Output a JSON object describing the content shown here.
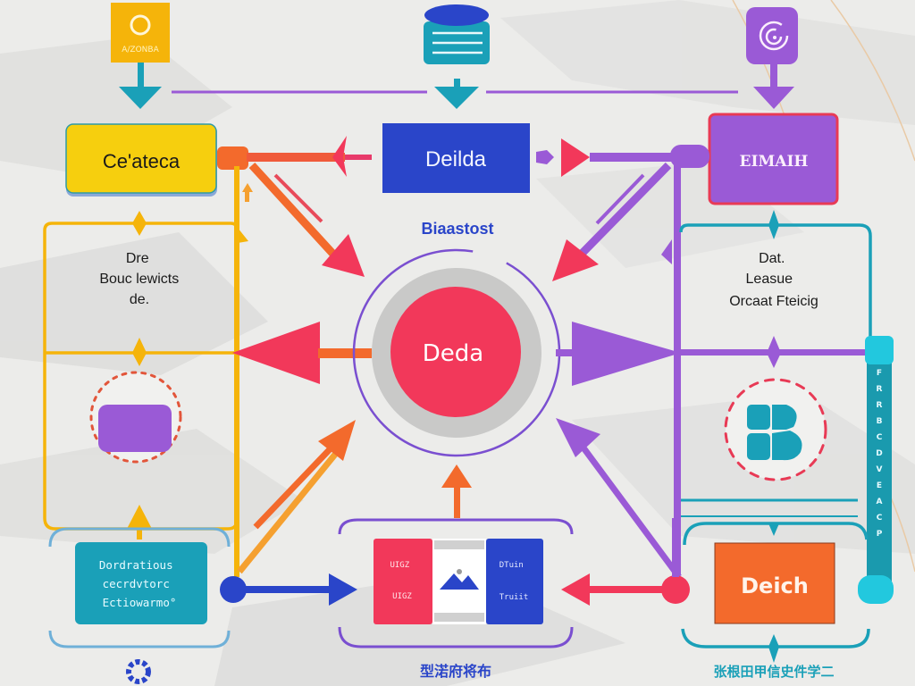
{
  "colors": {
    "background": "#ececea",
    "yellow": "#f6c90e",
    "amber": "#f5b40a",
    "orange": "#f36a2c",
    "red": "#f2385a",
    "blue": "#2a45c9",
    "teal": "#1aa0b8",
    "cyan": "#22c8de",
    "purple": "#9a5ad6",
    "violet": "#7a4fd0"
  },
  "top_icons": {
    "left": {
      "icon": "circle-ring-icon",
      "caption": "A/ZONBA"
    },
    "center": {
      "icon": "database-icon"
    },
    "right": {
      "icon": "spiral-at-icon"
    }
  },
  "nodes": {
    "create": {
      "label": "Ce'ateca"
    },
    "delida": {
      "label": "Deilda",
      "caption": "Biaastost"
    },
    "eiman": {
      "label": "EIMAIH"
    },
    "hub": {
      "label": "Deda"
    },
    "left_panel": {
      "lines": [
        "Dre",
        "Bouc lewicts",
        "de."
      ]
    },
    "right_panel": {
      "lines": [
        "Dat.",
        "Leasue",
        "Orcaat Fteicig"
      ]
    },
    "bottom_left": {
      "lines": [
        "Dordratious",
        "cecrdvtorc",
        "Ectiowarmo°"
      ]
    },
    "bottom_center": {
      "left_texts": [
        "UIGZ",
        "UIGZ"
      ],
      "right_texts": [
        "DTuin",
        "Truiit"
      ],
      "image_icon": "mountain-image-icon",
      "caption": "型渃府将布"
    },
    "bottom_right": {
      "label": "Deich",
      "caption": "张根田甲信史件学二"
    }
  },
  "side_bar": {
    "letters": [
      "F",
      "R",
      "R",
      "B",
      "C",
      "D",
      "V",
      "E",
      "A",
      "C",
      "P"
    ]
  },
  "decor_icons": {
    "left_badge": "rounded-square-badge-icon",
    "right_badge": "segmented-b-badge-icon",
    "gear": "gear-icon"
  }
}
